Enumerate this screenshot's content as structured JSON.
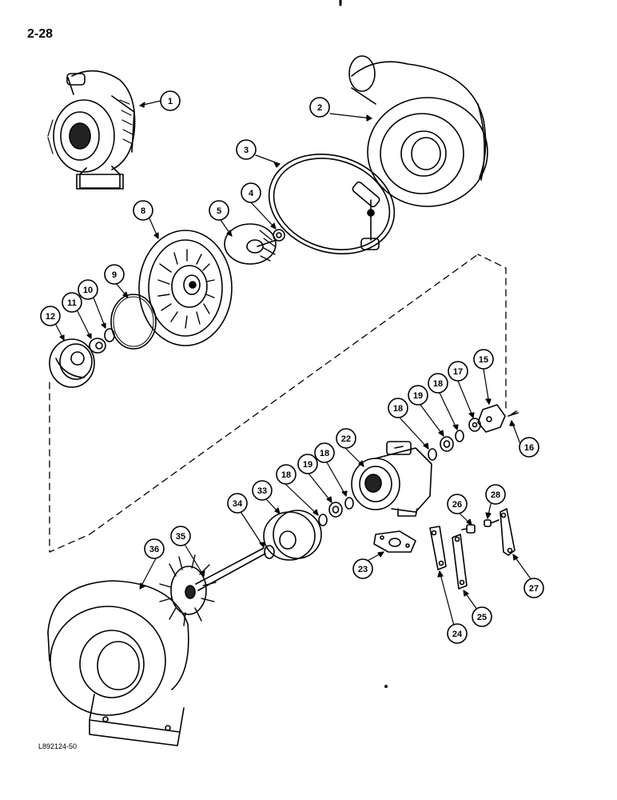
{
  "page_number": "2-28",
  "figure_code": "L892124-50",
  "callouts": [
    {
      "id": "c1",
      "label": "1"
    },
    {
      "id": "c2",
      "label": "2"
    },
    {
      "id": "c3",
      "label": "3"
    },
    {
      "id": "c4",
      "label": "4"
    },
    {
      "id": "c5",
      "label": "5"
    },
    {
      "id": "c8",
      "label": "8"
    },
    {
      "id": "c9",
      "label": "9"
    },
    {
      "id": "c10",
      "label": "10"
    },
    {
      "id": "c11",
      "label": "11"
    },
    {
      "id": "c12",
      "label": "12"
    },
    {
      "id": "c15",
      "label": "15"
    },
    {
      "id": "c16",
      "label": "16"
    },
    {
      "id": "c17",
      "label": "17"
    },
    {
      "id": "c18a",
      "label": "18"
    },
    {
      "id": "c19a",
      "label": "19"
    },
    {
      "id": "c18b",
      "label": "18"
    },
    {
      "id": "c22",
      "label": "22"
    },
    {
      "id": "c18c",
      "label": "18"
    },
    {
      "id": "c19b",
      "label": "19"
    },
    {
      "id": "c18d",
      "label": "18"
    },
    {
      "id": "c33",
      "label": "33"
    },
    {
      "id": "c34",
      "label": "34"
    },
    {
      "id": "c35",
      "label": "35"
    },
    {
      "id": "c36",
      "label": "36"
    },
    {
      "id": "c23",
      "label": "23"
    },
    {
      "id": "c26",
      "label": "26"
    },
    {
      "id": "c28",
      "label": "28"
    },
    {
      "id": "c27",
      "label": "27"
    },
    {
      "id": "c24",
      "label": "24"
    },
    {
      "id": "c25",
      "label": "25"
    }
  ]
}
